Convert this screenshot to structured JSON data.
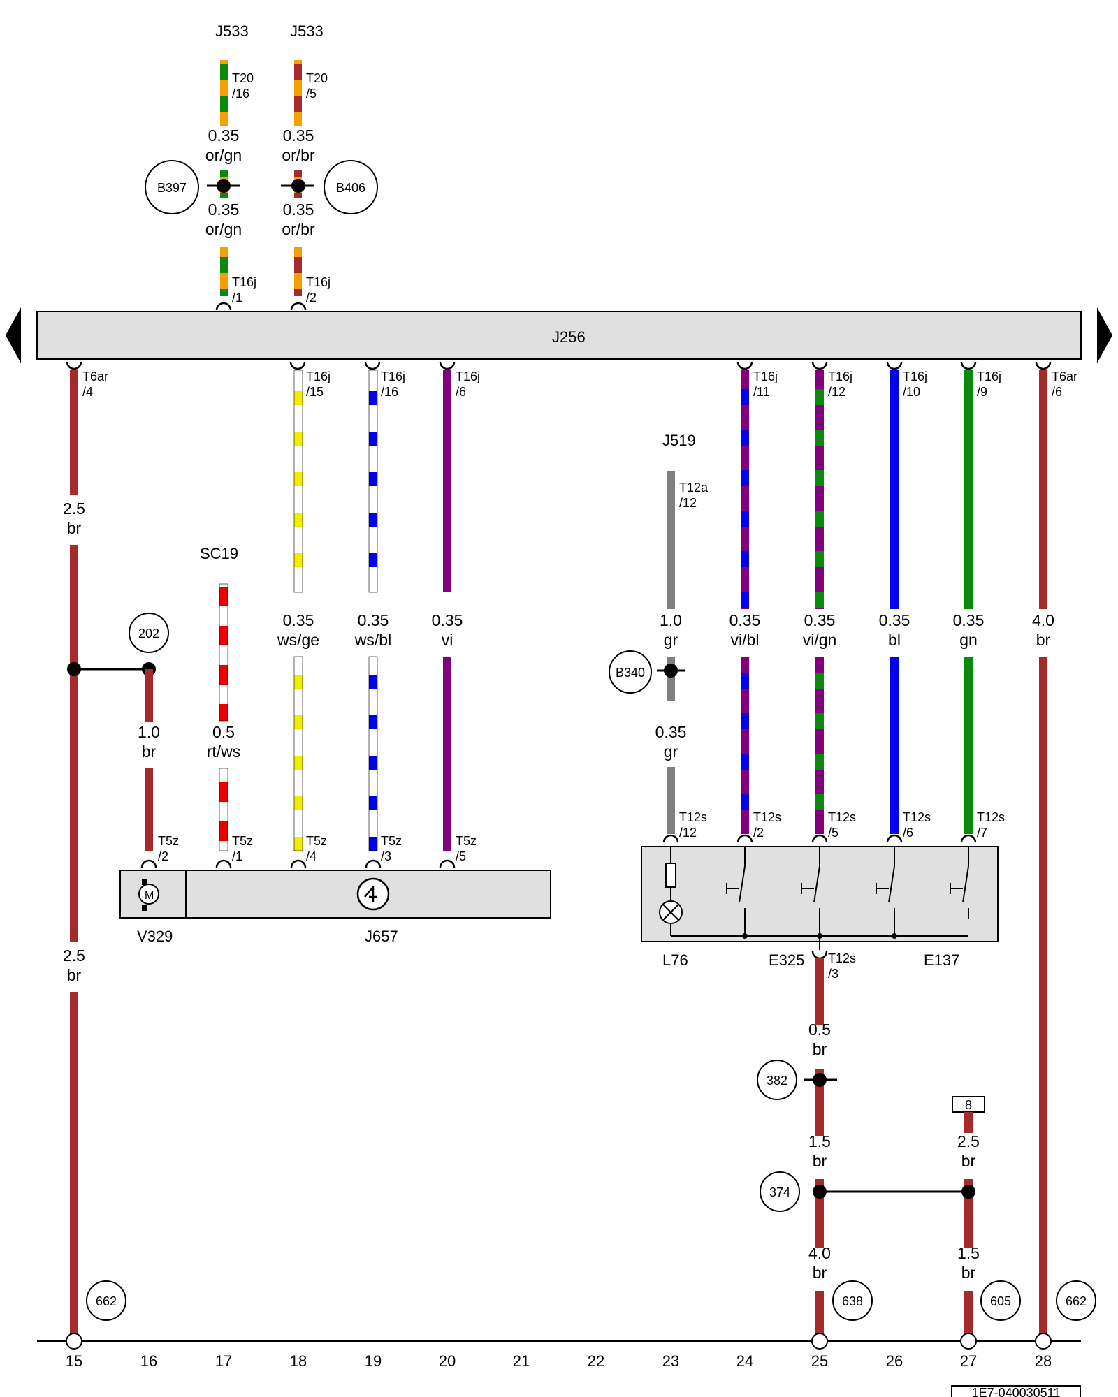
{
  "colors": {
    "br": "#a52a2a",
    "or": "#f5a000",
    "gn": "#0a8a0a",
    "ws": "#ffffff",
    "ge": "#f2ee00",
    "bl": "#0000ee",
    "vi": "#800080",
    "gr": "#808080",
    "rt": "#ee0000",
    "module_fill": "#e0e0e0"
  },
  "modules": {
    "j256": "J256",
    "j657": "J657",
    "v329": "V329",
    "l76": "L76",
    "e325": "E325",
    "e137": "E137"
  },
  "refs": {
    "j533_a": "J533",
    "j533_b": "J533",
    "j519": "J519",
    "sc19": "SC19"
  },
  "bubbles": {
    "b397": "B397",
    "b406": "B406",
    "b340": "B340",
    "n202": "202",
    "n382": "382",
    "n374": "374",
    "n662a": "662",
    "n638": "638",
    "n605": "605",
    "n662b": "662"
  },
  "box8": "8",
  "doc_code": "1E7-040030511",
  "pins": {
    "t20_16": [
      "T20",
      "/16"
    ],
    "t20_5": [
      "T20",
      "/5"
    ],
    "t16j_1": [
      "T16j",
      "/1"
    ],
    "t16j_2": [
      "T16j",
      "/2"
    ],
    "t6ar_4": [
      "T6ar",
      "/4"
    ],
    "t16j_15": [
      "T16j",
      "/15"
    ],
    "t16j_16": [
      "T16j",
      "/16"
    ],
    "t16j_6": [
      "T16j",
      "/6"
    ],
    "t16j_11": [
      "T16j",
      "/11"
    ],
    "t16j_12": [
      "T16j",
      "/12"
    ],
    "t16j_10": [
      "T16j",
      "/10"
    ],
    "t16j_9": [
      "T16j",
      "/9"
    ],
    "t6ar_6": [
      "T6ar",
      "/6"
    ],
    "t12a_12": [
      "T12a",
      "/12"
    ],
    "t5z_2": [
      "T5z",
      "/2"
    ],
    "t5z_1": [
      "T5z",
      "/1"
    ],
    "t5z_4": [
      "T5z",
      "/4"
    ],
    "t5z_3": [
      "T5z",
      "/3"
    ],
    "t5z_5": [
      "T5z",
      "/5"
    ],
    "t12s_12": [
      "T12s",
      "/12"
    ],
    "t12s_2": [
      "T12s",
      "/2"
    ],
    "t12s_5": [
      "T12s",
      "/5"
    ],
    "t12s_6": [
      "T12s",
      "/6"
    ],
    "t12s_7": [
      "T12s",
      "/7"
    ],
    "t12s_3": [
      "T12s",
      "/3"
    ]
  },
  "wire_labels": {
    "w17_top": [
      "0.35",
      "or/gn"
    ],
    "w17_bot": [
      "0.35",
      "or/gn"
    ],
    "w18_top": [
      "0.35",
      "or/br"
    ],
    "w18_bot": [
      "0.35",
      "or/br"
    ],
    "w15_a": [
      "2.5",
      "br"
    ],
    "w15_b": [
      "2.5",
      "br"
    ],
    "w16": [
      "1.0",
      "br"
    ],
    "w17_sc": [
      "0.5",
      "rt/ws"
    ],
    "w18": [
      "0.35",
      "ws/ge"
    ],
    "w19": [
      "0.35",
      "ws/bl"
    ],
    "w20": [
      "0.35",
      "vi"
    ],
    "w23_top": [
      "1.0",
      "gr"
    ],
    "w23_bot": [
      "0.35",
      "gr"
    ],
    "w24": [
      "0.35",
      "vi/bl"
    ],
    "w25": [
      "0.35",
      "vi/gn"
    ],
    "w26": [
      "0.35",
      "bl"
    ],
    "w27": [
      "0.35",
      "gn"
    ],
    "w28": [
      "4.0",
      "br"
    ],
    "w25_a": [
      "0.5",
      "br"
    ],
    "w25_b": [
      "1.5",
      "br"
    ],
    "w25_c": [
      "4.0",
      "br"
    ],
    "w27_a": [
      "2.5",
      "br"
    ],
    "w27_b": [
      "1.5",
      "br"
    ]
  },
  "columns": [
    "15",
    "16",
    "17",
    "18",
    "19",
    "20",
    "21",
    "22",
    "23",
    "24",
    "25",
    "26",
    "27",
    "28"
  ]
}
